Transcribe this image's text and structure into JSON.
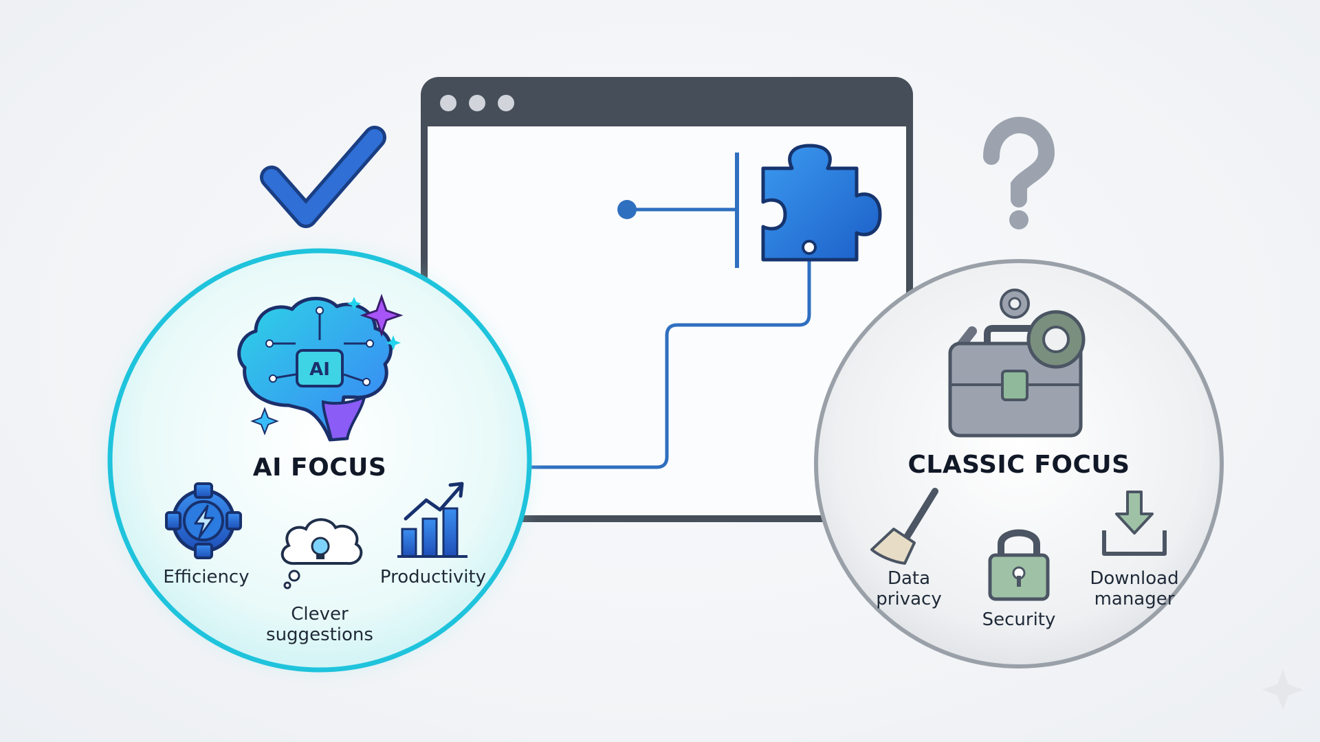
{
  "left_panel": {
    "title": "AI FOCUS",
    "brain_badge": "AI",
    "features": [
      {
        "label": "Efficiency",
        "icon": "lightning-gear-icon"
      },
      {
        "label": "Clever suggestions",
        "icon": "thought-bubble-lightbulb-icon"
      },
      {
        "label": "Productivity",
        "icon": "bar-chart-growth-icon"
      }
    ],
    "accent_color": "#22c6e0",
    "status_icon": "checkmark-icon"
  },
  "right_panel": {
    "title": "CLASSIC FOCUS",
    "features": [
      {
        "label": "Data privacy",
        "icon": "broom-icon"
      },
      {
        "label": "Security",
        "icon": "padlock-icon"
      },
      {
        "label": "Download manager",
        "icon": "download-tray-icon"
      }
    ],
    "accent_color": "#9ca3af",
    "status_icon": "question-mark-icon"
  },
  "browser": {
    "window_icon": "browser-window-icon",
    "extension_icon": "puzzle-piece-icon"
  },
  "colors": {
    "check_blue": "#2563c9",
    "puzzle_blue": "#1e6fd9",
    "frame_dark": "#454e59",
    "connector": "#2f6fc0"
  }
}
